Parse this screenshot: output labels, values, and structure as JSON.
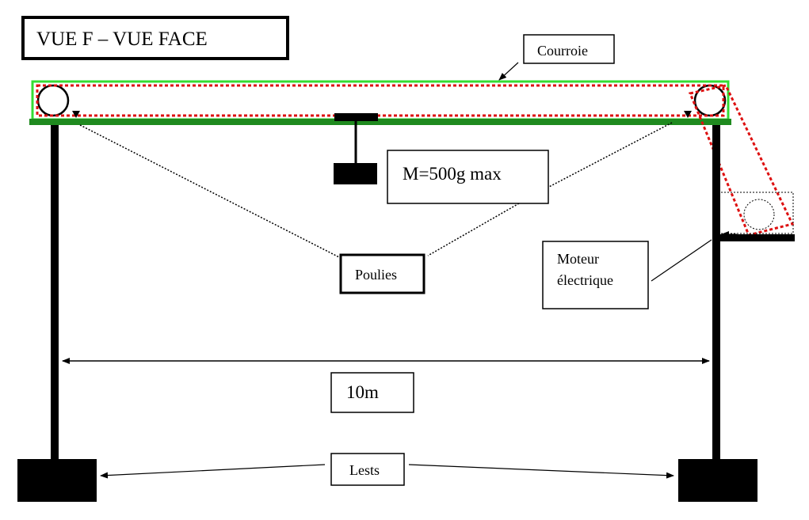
{
  "title": "VUE F – VUE FACE",
  "labels": {
    "belt": "Courroie",
    "mass": "M=500g max",
    "pulleys": "Poulies",
    "motor_line1": "Moteur",
    "motor_line2": "électrique",
    "span": "10m",
    "ballast": "Lests"
  },
  "colors": {
    "frame": "#000000",
    "rail": "#1f8a1f",
    "belt_outline": "#33dd33",
    "belt_path": "#dd1111"
  }
}
